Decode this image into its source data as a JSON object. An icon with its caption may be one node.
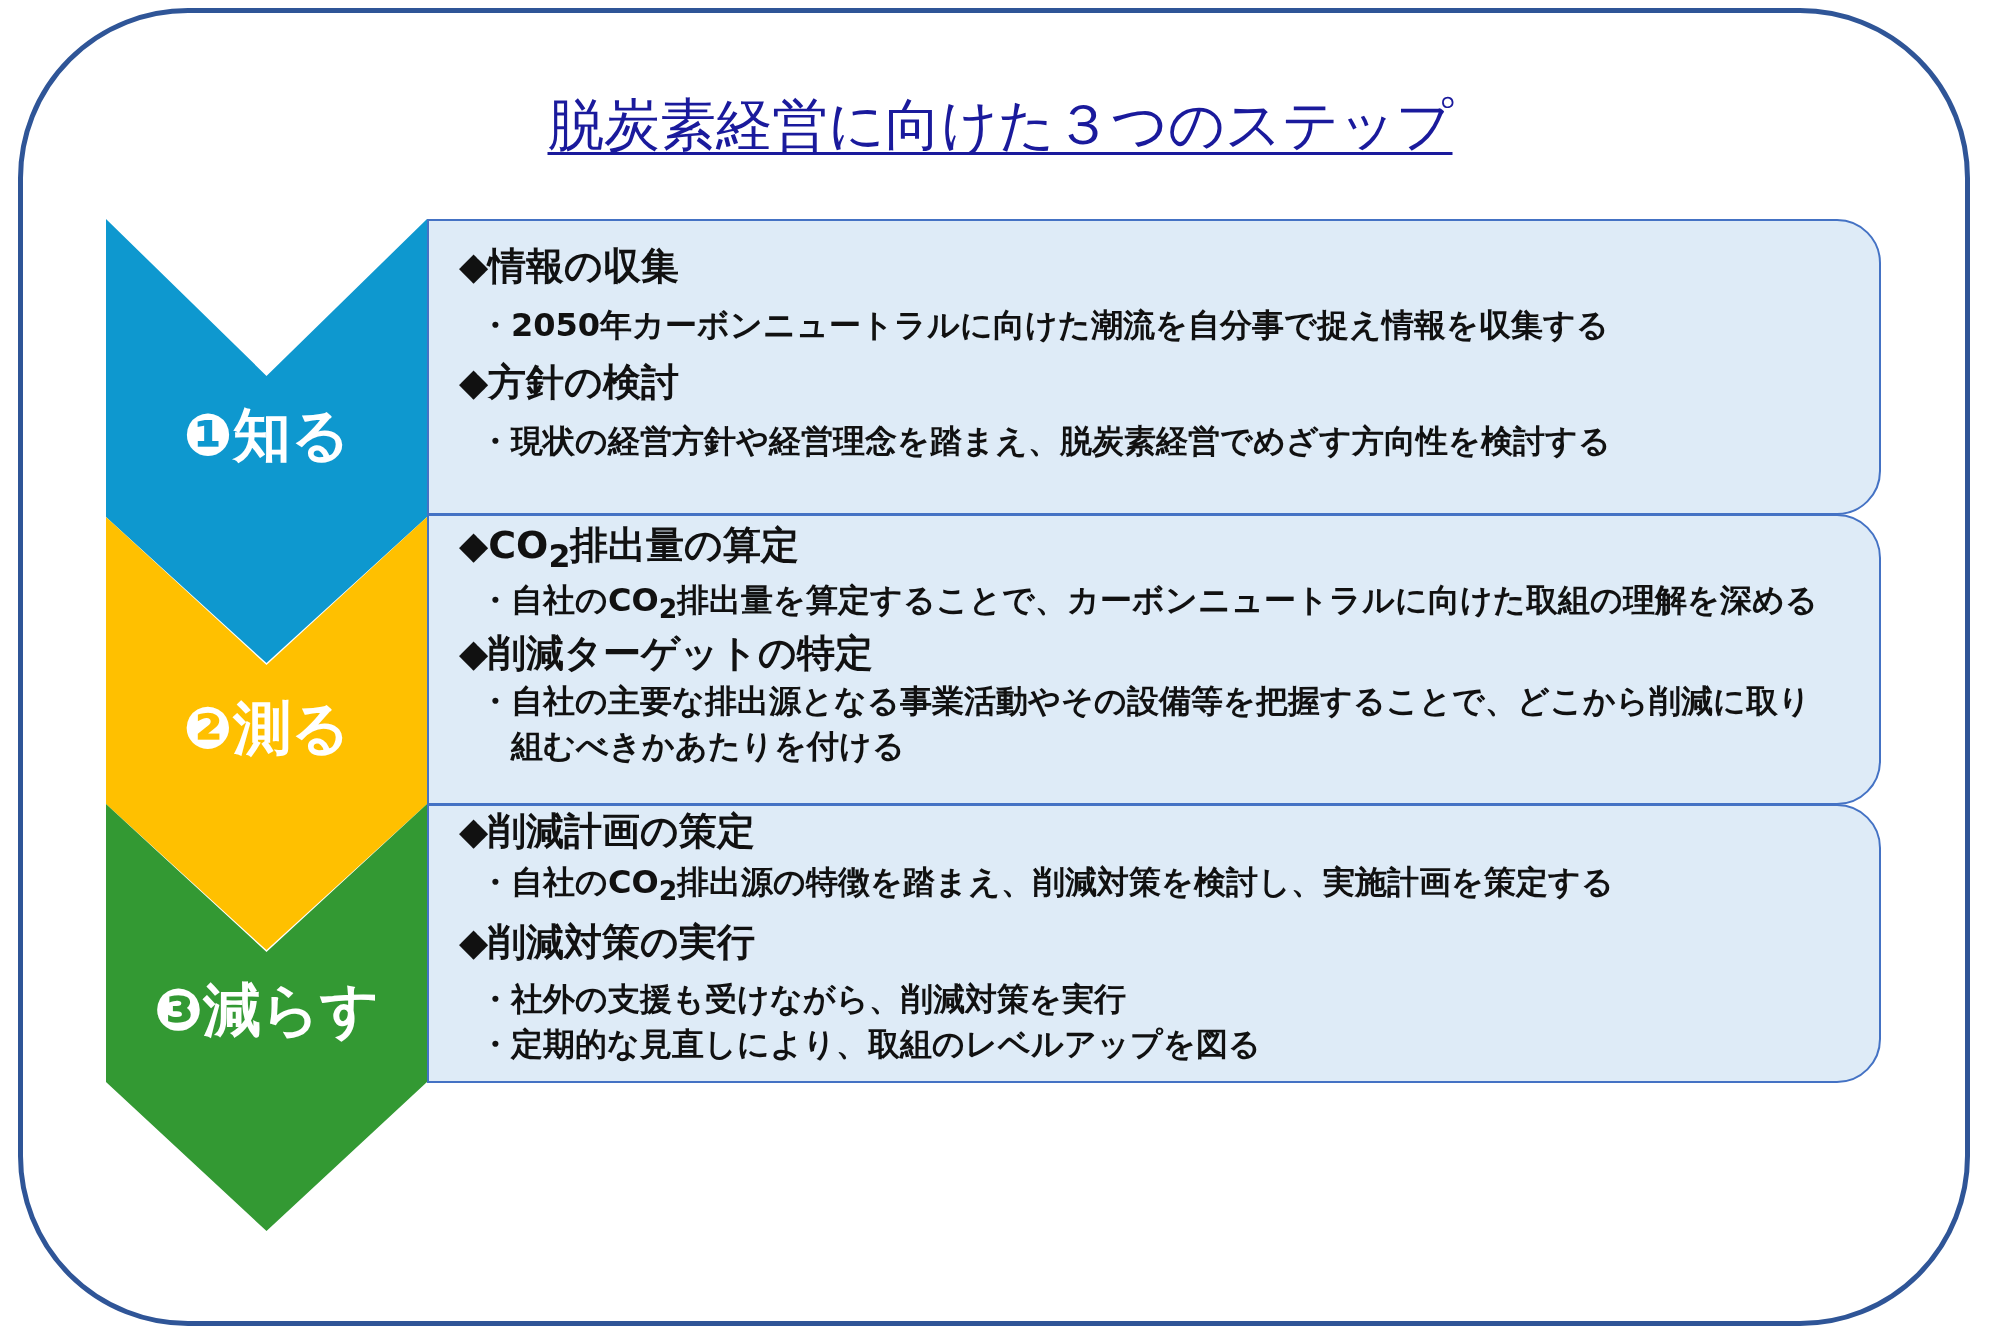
{
  "diagram": {
    "title": "脱炭素経営に向けた３つのステップ",
    "nodes": [
      {
        "text": [
          "❶知る"
        ]
      },
      {
        "text": [
          "◆情報の収集",
          "・2050年カーボンニュートラルに向けた潮流を自分事で捉え情報を収集する",
          "◆方針の検討",
          "・現状の経営方針や経営理念を踏まえ、脱炭素経営でめざす方向性を検討する"
        ]
      },
      {
        "text": [
          "❷測る"
        ]
      },
      {
        "text": [
          "◆CO$_{2}$排出量の算定",
          "・自社のCO$_{2}$排出量を算定することで、カーボンニュートラルに向けた取組の理解を深める",
          "◆削減ターゲットの特定",
          "・自社の主要な排出源となる事業活動やその設備等を把握することで、どこから削減に取り組むべきかあたりを付ける"
        ]
      },
      {
        "text": [
          "❸減らす"
        ]
      },
      {
        "text": [
          "◆削減計画の策定",
          "・自社のCO$_{2}$排出源の特徴を踏まえ、削減対策を検討し、実施計画を策定する",
          "◆削減対策の実行",
          "・社外の支援も受けながら、削減対策を実行",
          "・定期的な見直しにより、取組のレベルアップを図る"
        ]
      }
    ],
    "edges": []
  }
}
